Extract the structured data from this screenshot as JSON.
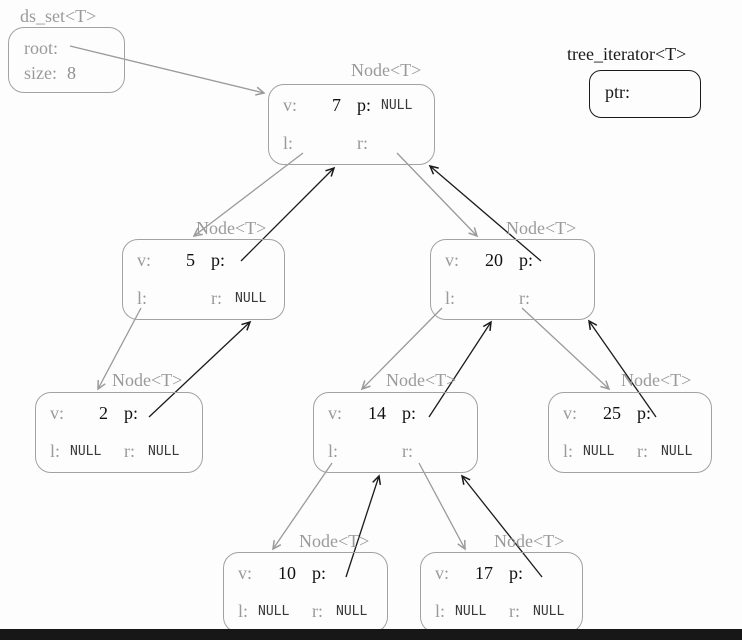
{
  "colors": {
    "background": "#fdfdfd",
    "muted_gray": "#9a9a9a",
    "text_black": "#1a1a1a",
    "child_pointer_arrow": "#9a9a9a",
    "parent_pointer_arrow": "#1a1a1a",
    "bottom_bar": "#171717"
  },
  "ds_set": {
    "title": "ds_set<T>",
    "root_label": "root:",
    "size_label": "size:",
    "size_value": "8"
  },
  "tree_iterator": {
    "title": "tree_iterator<T>",
    "ptr_label": "ptr:",
    "ptr_value": ""
  },
  "labels": {
    "node_title": "Node<T>",
    "v": "v:",
    "p": "p:",
    "l": "l:",
    "r": "r:"
  },
  "nodes": [
    {
      "id": "node-7",
      "value": "7",
      "p": "NULL",
      "l": "",
      "r": ""
    },
    {
      "id": "node-5",
      "value": "5",
      "p": "",
      "l": "",
      "r": "NULL"
    },
    {
      "id": "node-20",
      "value": "20",
      "p": "",
      "l": "",
      "r": ""
    },
    {
      "id": "node-2",
      "value": "2",
      "p": "",
      "l": "NULL",
      "r": "NULL"
    },
    {
      "id": "node-14",
      "value": "14",
      "p": "",
      "l": "",
      "r": ""
    },
    {
      "id": "node-25",
      "value": "25",
      "p": "",
      "l": "NULL",
      "r": "NULL"
    },
    {
      "id": "node-10",
      "value": "10",
      "p": "",
      "l": "NULL",
      "r": "NULL"
    },
    {
      "id": "node-17",
      "value": "17",
      "p": "",
      "l": "NULL",
      "r": "NULL"
    }
  ],
  "edges": [
    {
      "from": "ds_set.root",
      "to": "node-7",
      "pointer": "root",
      "color": "#9a9a9a"
    },
    {
      "from": "node-7.l",
      "to": "node-5",
      "pointer": "left-child",
      "color": "#9a9a9a"
    },
    {
      "from": "node-7.r",
      "to": "node-20",
      "pointer": "right-child",
      "color": "#9a9a9a"
    },
    {
      "from": "node-5.l",
      "to": "node-2",
      "pointer": "left-child",
      "color": "#9a9a9a"
    },
    {
      "from": "node-20.l",
      "to": "node-14",
      "pointer": "left-child",
      "color": "#9a9a9a"
    },
    {
      "from": "node-20.r",
      "to": "node-25",
      "pointer": "right-child",
      "color": "#9a9a9a"
    },
    {
      "from": "node-14.l",
      "to": "node-10",
      "pointer": "left-child",
      "color": "#9a9a9a"
    },
    {
      "from": "node-14.r",
      "to": "node-17",
      "pointer": "right-child",
      "color": "#9a9a9a"
    },
    {
      "from": "node-5.p",
      "to": "node-7",
      "pointer": "parent",
      "color": "#1a1a1a"
    },
    {
      "from": "node-20.p",
      "to": "node-7",
      "pointer": "parent",
      "color": "#1a1a1a"
    },
    {
      "from": "node-2.p",
      "to": "node-5",
      "pointer": "parent",
      "color": "#1a1a1a"
    },
    {
      "from": "node-14.p",
      "to": "node-20",
      "pointer": "parent",
      "color": "#1a1a1a"
    },
    {
      "from": "node-25.p",
      "to": "node-20",
      "pointer": "parent",
      "color": "#1a1a1a"
    },
    {
      "from": "node-10.p",
      "to": "node-14",
      "pointer": "parent",
      "color": "#1a1a1a"
    },
    {
      "from": "node-17.p",
      "to": "node-14",
      "pointer": "parent",
      "color": "#1a1a1a"
    }
  ]
}
